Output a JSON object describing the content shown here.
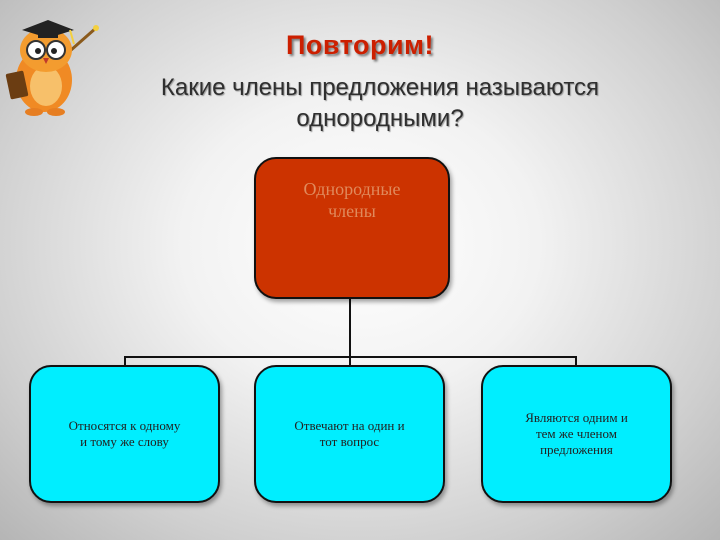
{
  "slide": {
    "title": "Повторим!",
    "question_line1": "Какие члены предложения называются",
    "question_line2": "однородными?"
  },
  "diagram": {
    "root": {
      "label_line1": "Однородные",
      "label_line2": "члены",
      "color": "#cc3300"
    },
    "children": [
      {
        "line1": "Относятся  к одному",
        "line2": "и тому же слову",
        "line3": ""
      },
      {
        "line1": "Отвечают на один и",
        "line2": "тот вопрос",
        "line3": ""
      },
      {
        "line1": "Являются одним и",
        "line2": "тем же членом",
        "line3": "предложения"
      }
    ],
    "child_color": "#00eeff"
  },
  "colors": {
    "title": "#cc1f00",
    "question": "#2f2f2f"
  },
  "icons": {
    "mascot": "owl-teacher-icon"
  }
}
